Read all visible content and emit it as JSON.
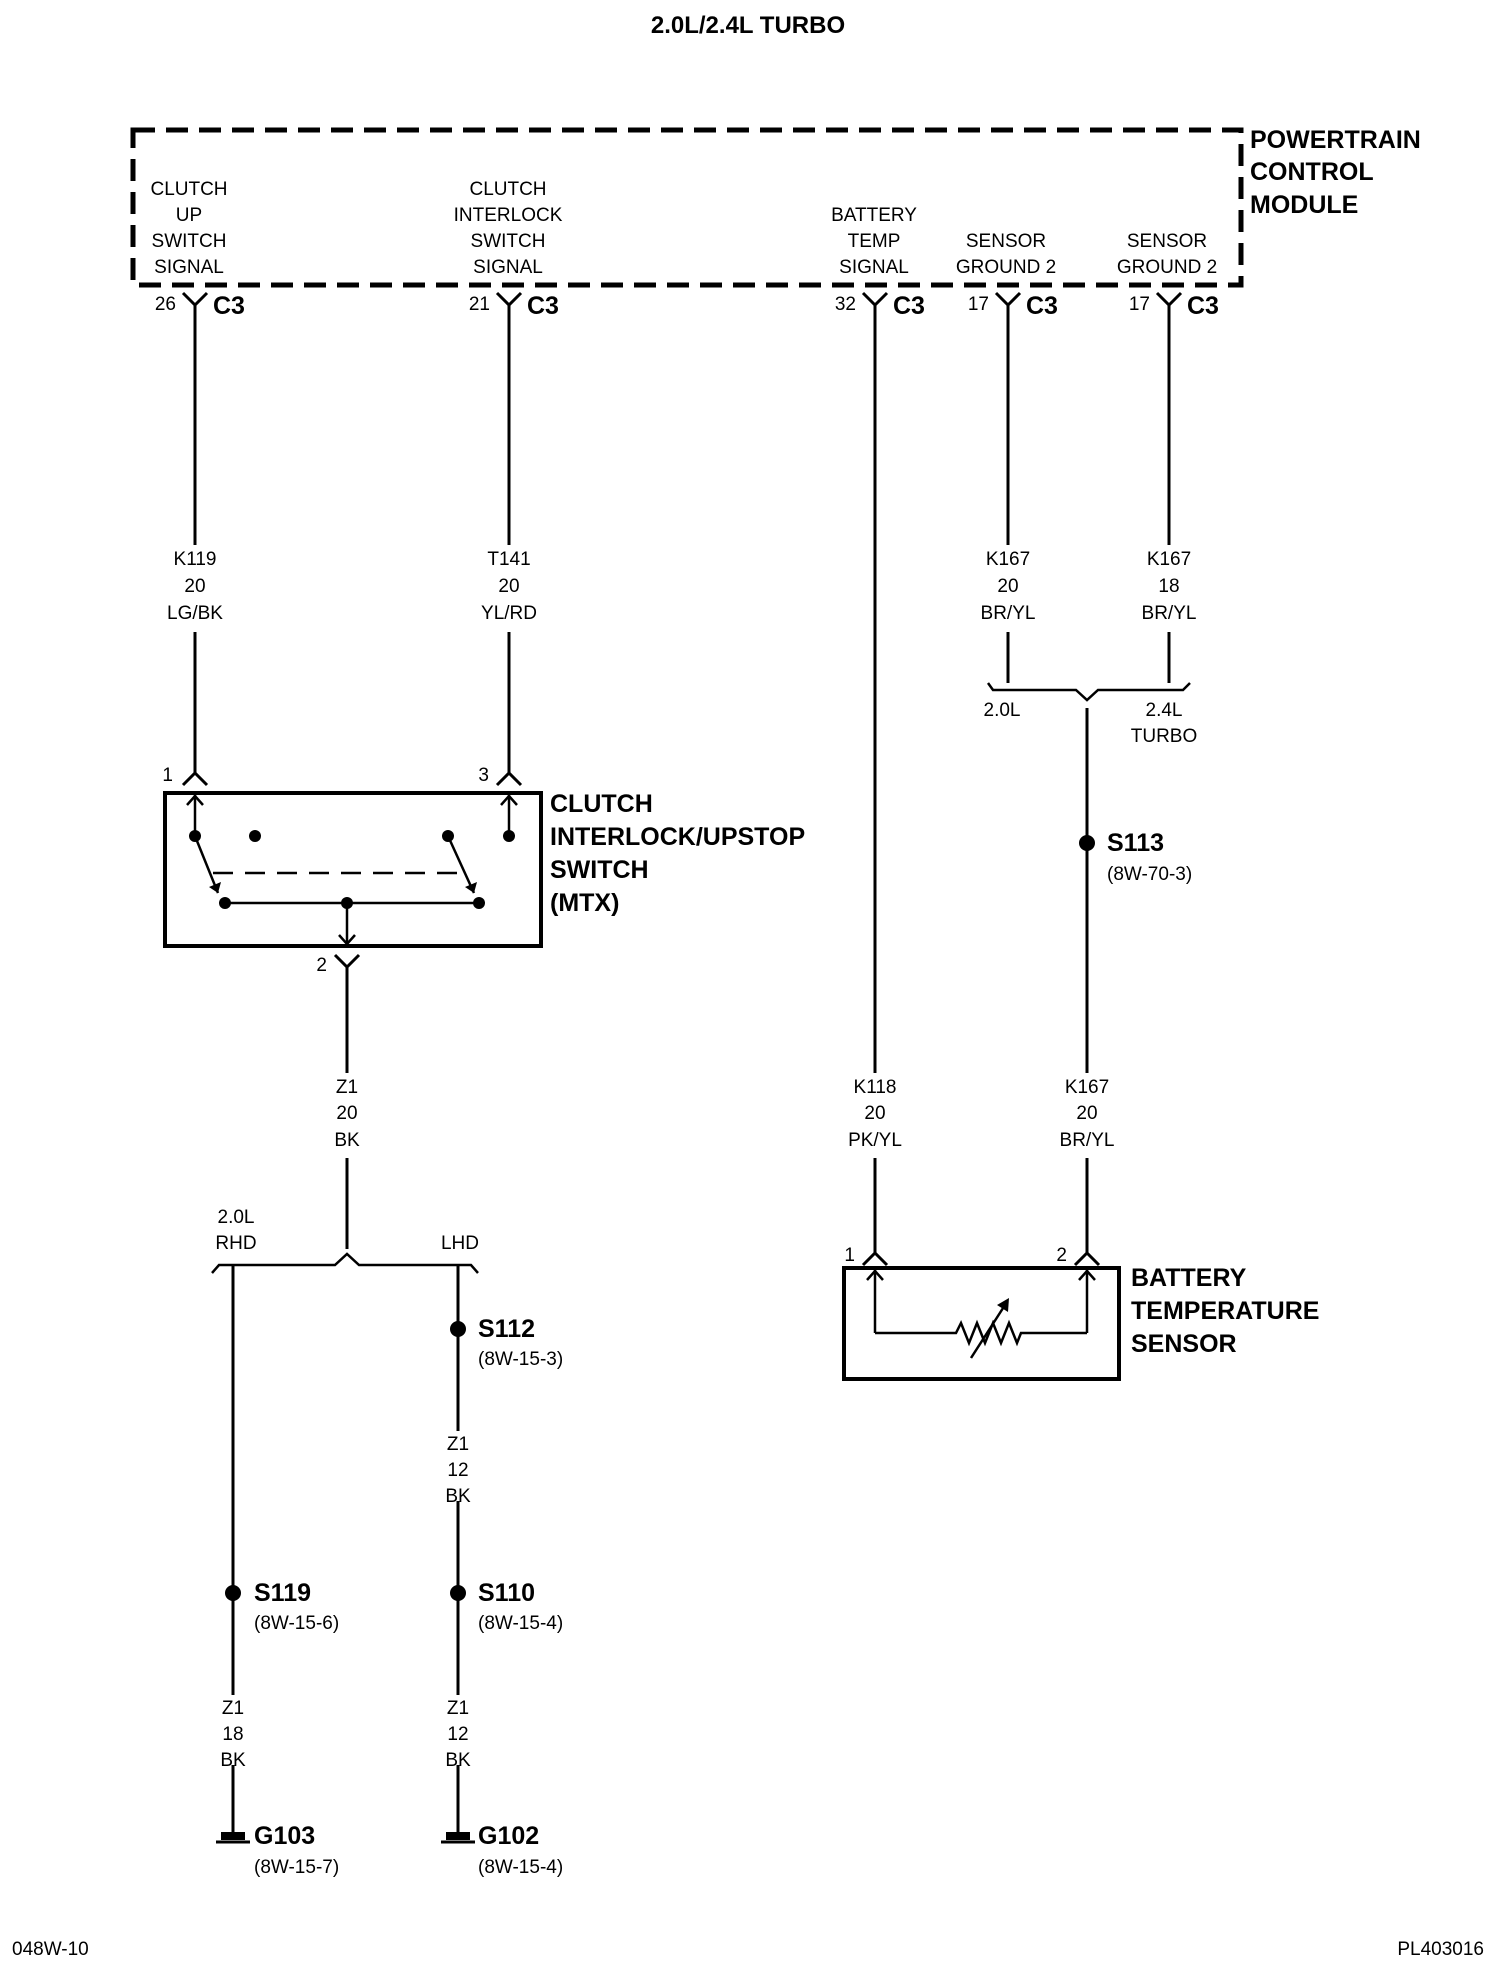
{
  "title": "2.0L/2.4L TURBO",
  "module": {
    "name": [
      "POWERTRAIN",
      "CONTROL",
      "MODULE"
    ]
  },
  "pins": {
    "clutch_up": {
      "label": [
        "CLUTCH",
        "UP",
        "SWITCH",
        "SIGNAL"
      ],
      "pin": "26",
      "conn": "C3"
    },
    "clutch_interlock": {
      "label": [
        "CLUTCH",
        "INTERLOCK",
        "SWITCH",
        "SIGNAL"
      ],
      "pin": "21",
      "conn": "C3"
    },
    "battery_temp": {
      "label": [
        "BATTERY",
        "TEMP",
        "SIGNAL"
      ],
      "pin": "32",
      "conn": "C3"
    },
    "sensor_gnd_a": {
      "label": [
        "SENSOR",
        "GROUND 2"
      ],
      "pin": "17",
      "conn": "C3"
    },
    "sensor_gnd_b": {
      "label": [
        "SENSOR",
        "GROUND 2"
      ],
      "pin": "17",
      "conn": "C3"
    }
  },
  "wires": {
    "k119": [
      "K119",
      "20",
      "LG/BK"
    ],
    "t141": [
      "T141",
      "20",
      "YL/RD"
    ],
    "k167_20": [
      "K167",
      "20",
      "BR/YL"
    ],
    "k167_18": [
      "K167",
      "18",
      "BR/YL"
    ],
    "z1_20": [
      "Z1",
      "20",
      "BK"
    ],
    "k118": [
      "K118",
      "20",
      "PK/YL"
    ],
    "k167_lower": [
      "K167",
      "20",
      "BR/YL"
    ],
    "z1_12_a": [
      "Z1",
      "12",
      "BK"
    ],
    "z1_18": [
      "Z1",
      "18",
      "BK"
    ],
    "z1_12_b": [
      "Z1",
      "12",
      "BK"
    ]
  },
  "variants": {
    "sensor_left": "2.0L",
    "sensor_right": [
      "2.4L",
      "TURBO"
    ],
    "ground_left": [
      "2.0L",
      "RHD"
    ],
    "ground_right": "LHD"
  },
  "splices": {
    "s113": {
      "id": "S113",
      "ref": "(8W-70-3)"
    },
    "s112": {
      "id": "S112",
      "ref": "(8W-15-3)"
    },
    "s119": {
      "id": "S119",
      "ref": "(8W-15-6)"
    },
    "s110": {
      "id": "S110",
      "ref": "(8W-15-4)"
    }
  },
  "grounds": {
    "g103": {
      "id": "G103",
      "ref": "(8W-15-7)"
    },
    "g102": {
      "id": "G102",
      "ref": "(8W-15-4)"
    }
  },
  "components": {
    "clutch_switch": {
      "name": [
        "CLUTCH",
        "INTERLOCK/UPSTOP",
        "SWITCH",
        "(MTX)"
      ],
      "pins": [
        "1",
        "3",
        "2"
      ]
    },
    "battery_sensor": {
      "name": [
        "BATTERY",
        "TEMPERATURE",
        "SENSOR"
      ],
      "pins": [
        "1",
        "2"
      ]
    }
  },
  "footer": {
    "left": "048W-10",
    "right": "PL403016"
  }
}
